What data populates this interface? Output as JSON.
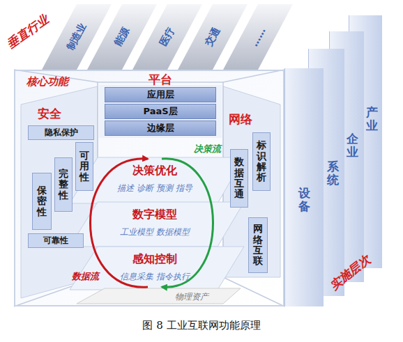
{
  "diagram": {
    "caption": "图 8 工业互联网功能原理",
    "nodes": [
      {
        "text": [
          "制造业"
        ]
      },
      {
        "text": [
          "能源"
        ]
      },
      {
        "text": [
          "医疗"
        ]
      },
      {
        "text": [
          "交通"
        ]
      },
      {
        "text": [
          "……"
        ]
      },
      {
        "text": [
          "核心功能"
        ]
      },
      {
        "text": [
          "平台"
        ],
        "in": 5
      },
      {
        "text": [
          "应用层"
        ],
        "in": 6
      },
      {
        "text": [
          "PaaS层"
        ],
        "in": 6
      },
      {
        "text": [
          "边缘层"
        ],
        "in": 6
      },
      {
        "text": [
          "安全"
        ],
        "in": 5
      },
      {
        "text": [
          "隐私保护"
        ],
        "in": 10
      },
      {
        "text": [
          "可用性"
        ],
        "in": 10
      },
      {
        "text": [
          "完整性"
        ],
        "in": 10
      },
      {
        "text": [
          "保密性"
        ],
        "in": 10
      },
      {
        "text": [
          "可靠性"
        ],
        "in": 10
      },
      {
        "text": [
          "网络"
        ],
        "in": 5
      },
      {
        "text": [
          "标识解析"
        ],
        "in": 16
      },
      {
        "text": [
          "数据互通"
        ],
        "in": 16
      },
      {
        "text": [
          "网络互联"
        ],
        "in": 16
      },
      {
        "text": [
          "决策优化",
          "描述 诊断 预测 指导"
        ],
        "in": 5
      },
      {
        "text": [
          "数字模型",
          "工业模型 数据模型"
        ],
        "in": 5
      },
      {
        "text": [
          "感知控制",
          "信息采集 指令执行"
        ],
        "in": 5
      },
      {
        "text": [
          "物理资产"
        ],
        "in": 5
      },
      {
        "text": [
          "设备"
        ]
      },
      {
        "text": [
          "系统"
        ]
      },
      {
        "text": [
          "企业"
        ]
      },
      {
        "text": [
          "产业"
        ]
      }
    ],
    "edges": [
      {
        "from": 22,
        "to": 20,
        "arrow": "to",
        "label": "数据流"
      },
      {
        "from": 20,
        "to": 22,
        "arrow": "to",
        "label": "决策流"
      }
    ],
    "labels": [
      "垂直行业",
      "实施层次"
    ]
  }
}
